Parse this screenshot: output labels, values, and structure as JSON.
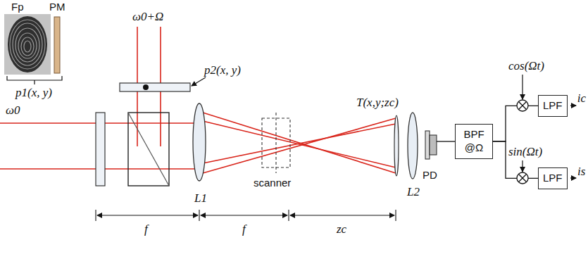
{
  "diagram": {
    "nodes": [
      {
        "text": [
          "BPF @Ω"
        ]
      },
      {
        "text": [
          "LPF"
        ]
      },
      {
        "text": [
          "LPF"
        ]
      }
    ],
    "edges": [
      {
        "from": 0,
        "to": 1,
        "arrow": "none"
      },
      {
        "from": 0,
        "to": 2,
        "arrow": "none"
      }
    ],
    "labels": [
      "Fp",
      "PM",
      "ω0+Ω",
      "p2(x, y)",
      "p1(x, y)",
      "ω0",
      "L1",
      "scanner",
      "T(x,y;zc)",
      "L2",
      "PD",
      "cos(Ωt)",
      "sin(Ωt)",
      "ic",
      "is",
      "f",
      "f",
      "zc"
    ]
  }
}
